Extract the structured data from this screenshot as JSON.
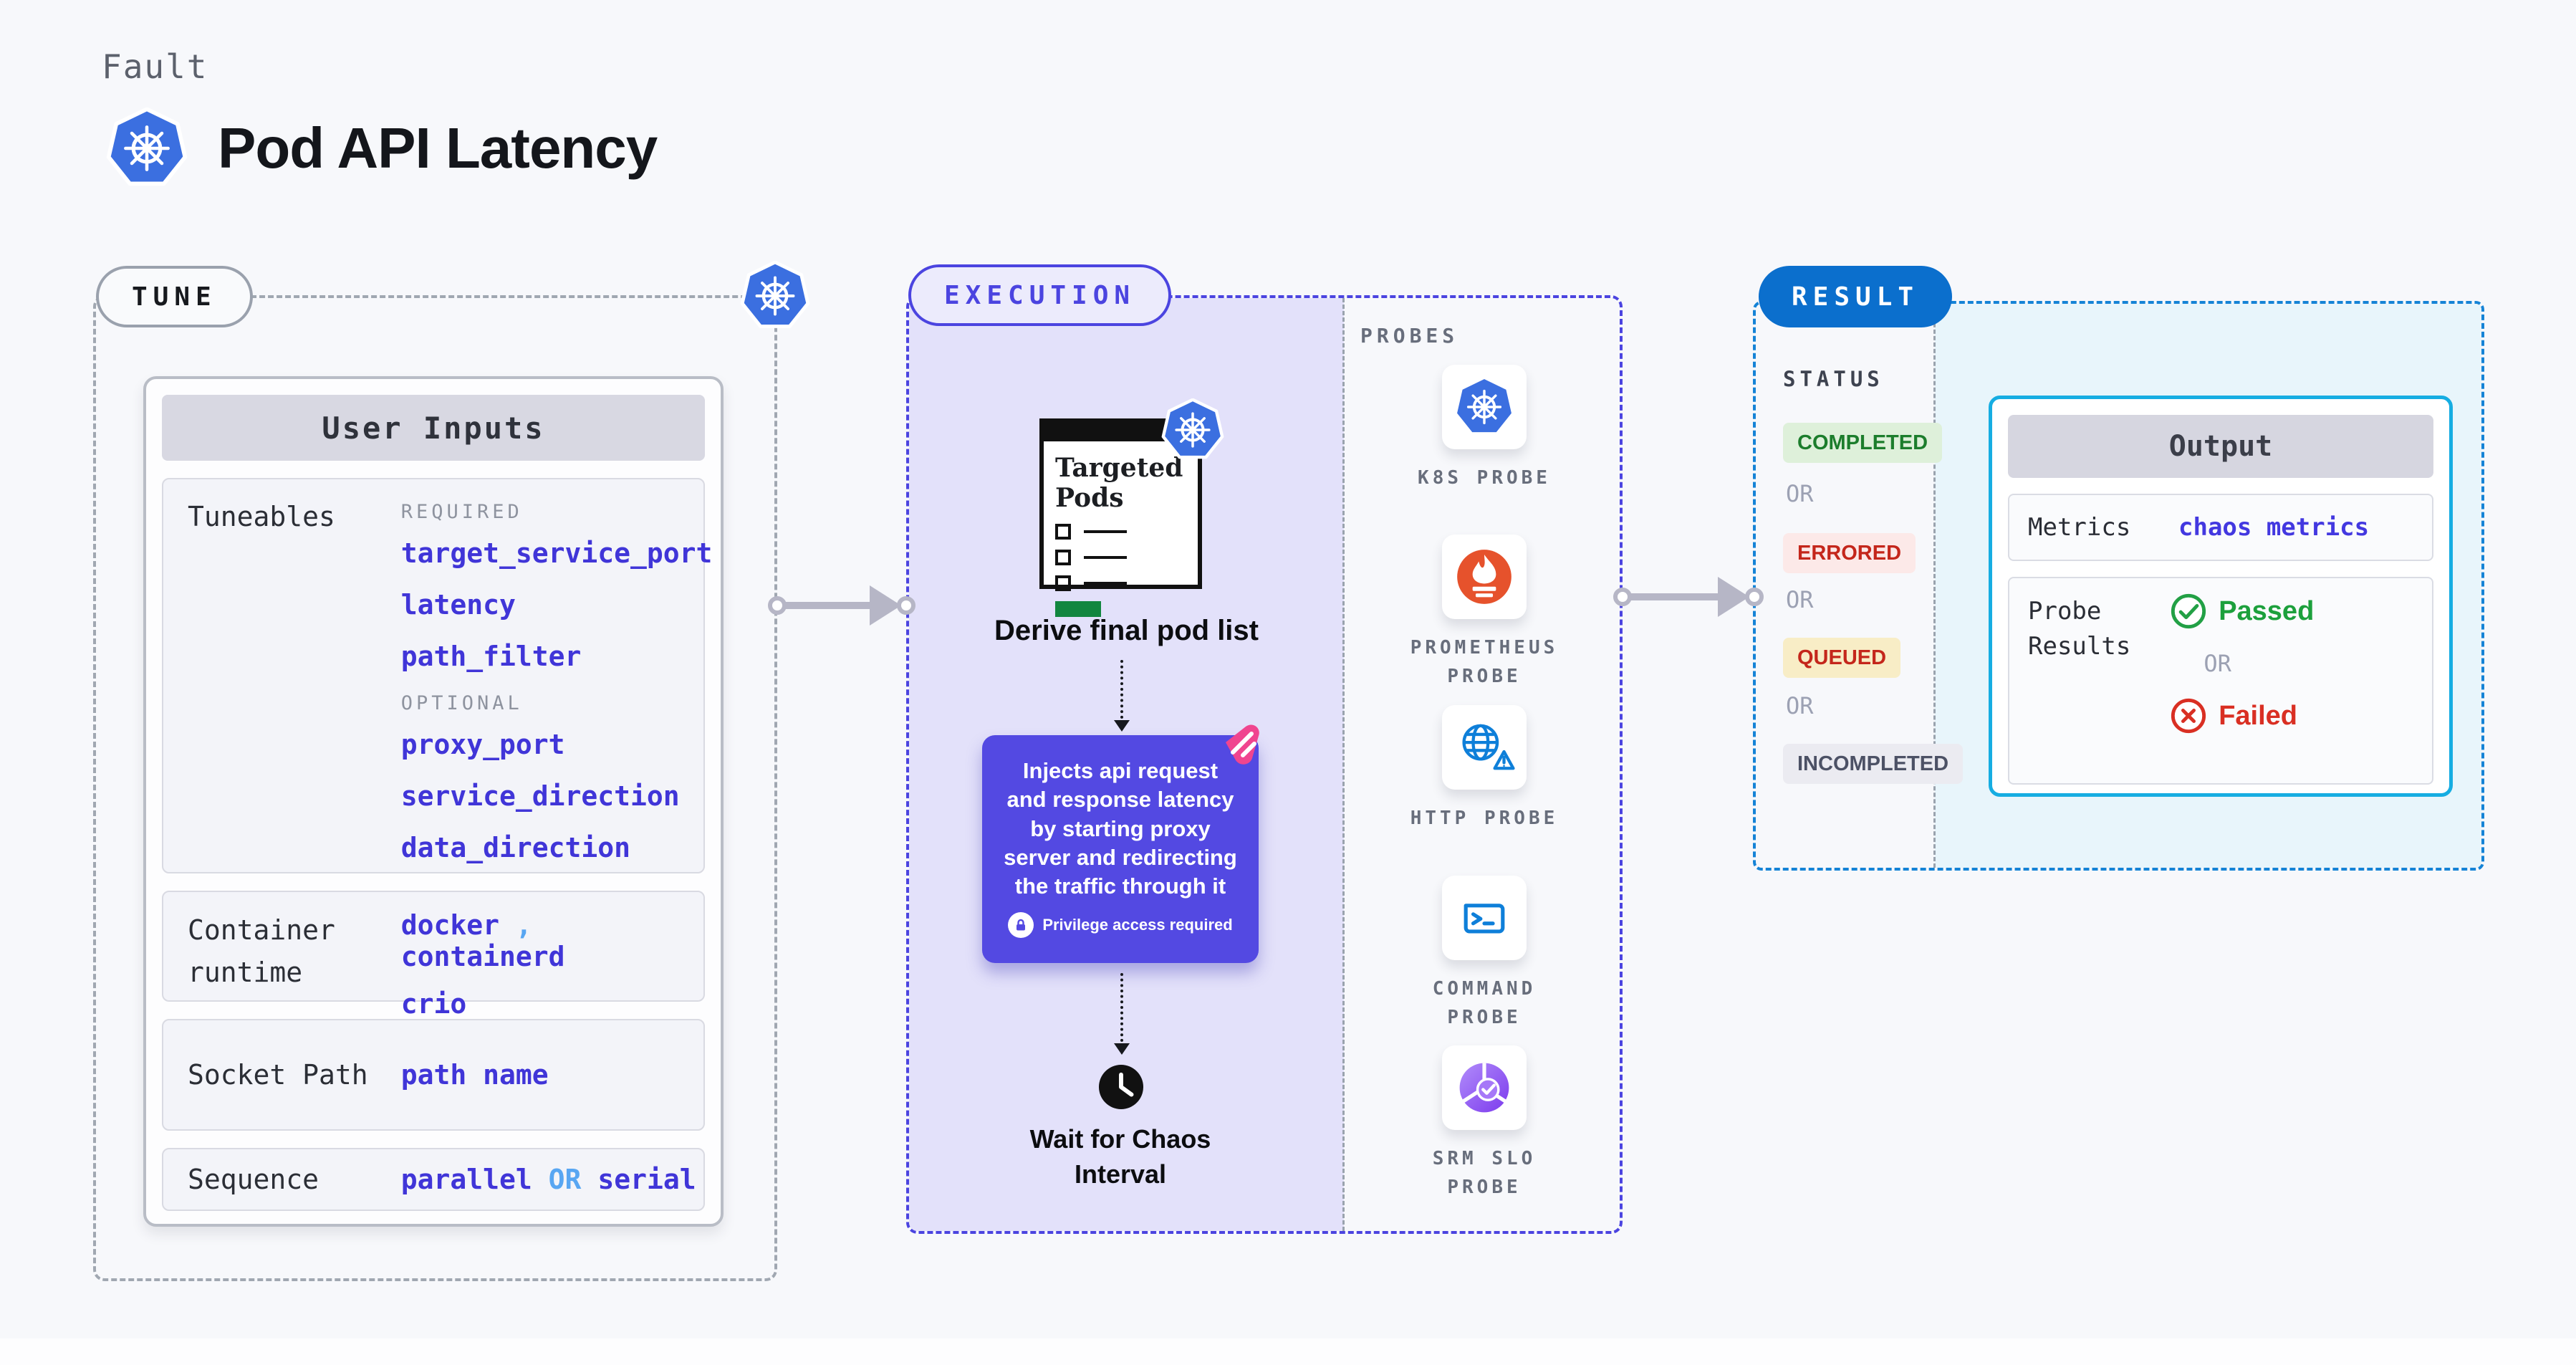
{
  "header": {
    "eyebrow": "Fault",
    "title": "Pod API Latency"
  },
  "tune": {
    "badge": "TUNE",
    "user_inputs": {
      "title": "User Inputs",
      "tuneables": {
        "label": "Tuneables",
        "required_label": "REQUIRED",
        "required": [
          "target_service_port",
          "latency",
          "path_filter"
        ],
        "optional_label": "OPTIONAL",
        "optional": [
          "proxy_port",
          "service_direction",
          "data_direction"
        ]
      },
      "container_runtime": {
        "label": "Container runtime",
        "values": [
          "docker",
          "containerd",
          "crio"
        ],
        "separator": ","
      },
      "socket_path": {
        "label": "Socket Path",
        "value": "path name"
      },
      "sequence": {
        "label": "Sequence",
        "value_left": "parallel",
        "value_or": "OR",
        "value_right": "serial"
      }
    }
  },
  "execution": {
    "badge": "EXECUTION",
    "targeted_pods_title": "Targeted Pods",
    "derive_label": "Derive final pod list",
    "inject_text": "Injects api request and response latency by starting proxy server and redirecting the traffic through it",
    "privilege_note": "Privilege access required",
    "wait_label": "Wait for Chaos Interval",
    "probes": {
      "title": "PROBES",
      "items": [
        {
          "label": "K8S PROBE",
          "icon": "kubernetes-icon"
        },
        {
          "label": "PROMETHEUS PROBE",
          "icon": "prometheus-icon"
        },
        {
          "label": "HTTP PROBE",
          "icon": "http-globe-icon"
        },
        {
          "label": "COMMAND PROBE",
          "icon": "terminal-icon"
        },
        {
          "label": "SRM SLO PROBE",
          "icon": "slo-pie-icon"
        }
      ]
    }
  },
  "result": {
    "badge": "RESULT",
    "status": {
      "title": "STATUS",
      "or_label": "OR",
      "items": [
        {
          "label": "COMPLETED"
        },
        {
          "label": "ERRORED"
        },
        {
          "label": "QUEUED"
        },
        {
          "label": "INCOMPLETED"
        }
      ]
    },
    "output": {
      "title": "Output",
      "metrics_label": "Metrics",
      "metrics_value": "chaos metrics",
      "probe_results_label": "Probe Results",
      "passed_label": "Passed",
      "or_label": "OR",
      "failed_label": "Failed"
    }
  },
  "colors": {
    "page_bg": "#f7f8fb",
    "tune_border": "#9aa1ad",
    "execution_accent": "#4b44e0",
    "execution_panel_bg": "#e3e1fa",
    "inject_box_bg": "#5349e2",
    "result_accent": "#1583d6",
    "result_badge_bg": "#0b6fcd",
    "result_panel_bg": "#e8f5fb",
    "output_border": "#16ade2",
    "value_text": "#4035d8",
    "value_alt_blue": "#58a6f2",
    "completed_text": "#1c7d2c",
    "completed_bg": "#def0da",
    "errored_text": "#c4261b",
    "errored_bg": "#fce9e8",
    "queued_text": "#c4261b",
    "queued_bg": "#f8edc6",
    "incompleted_text": "#4c5165",
    "incompleted_bg": "#ebebf1",
    "passed_green": "#1ca03c",
    "failed_red": "#d92f23",
    "kubernetes_blue": "#3b6fe0",
    "prometheus_orange": "#e6522c",
    "probe_blue": "#0e7fd9",
    "srm_purple": "#8b5cf6",
    "litmus_pink": "#f0458f",
    "targeted_pods_green": "#12863f",
    "arrow_gray": "#b6b6c6"
  }
}
